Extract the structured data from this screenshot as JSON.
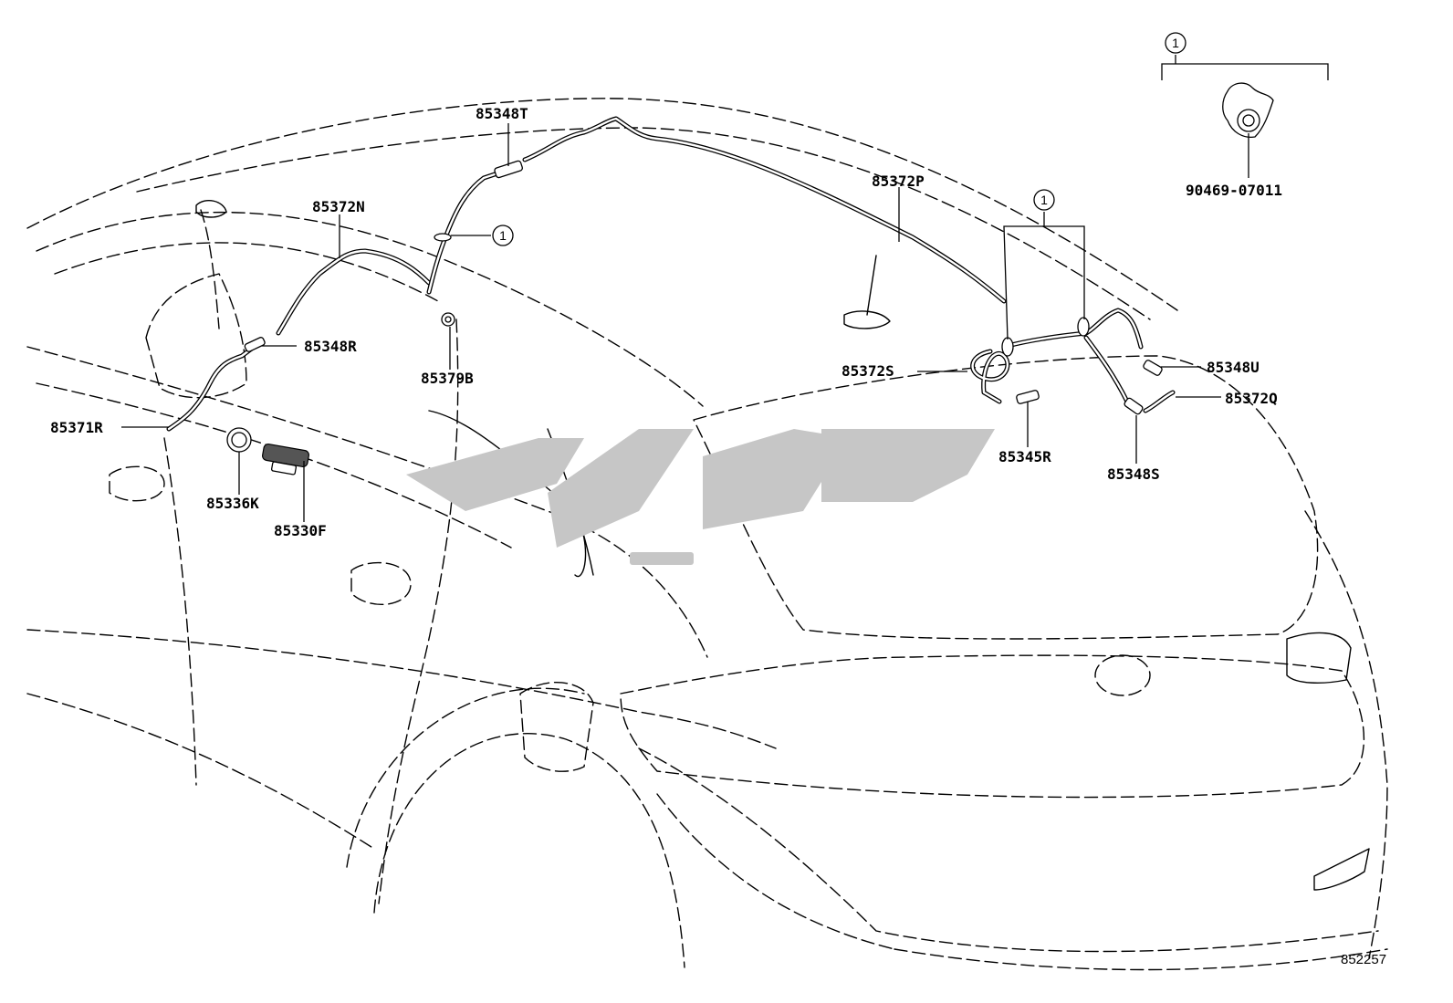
{
  "labels": {
    "p85348T": "85348T",
    "p85372N": "85372N",
    "p85372P": "85372P",
    "p85348R": "85348R",
    "p85379B": "85379B",
    "p85371R": "85371R",
    "p85336K": "85336K",
    "p85330F": "85330F",
    "p85372S": "85372S",
    "p85348U": "85348U",
    "p85372Q": "85372Q",
    "p85345R": "85345R",
    "p85348S": "85348S",
    "p90469": "90469-07011"
  },
  "callout_symbol": "1",
  "diagram_ref": "852257",
  "colors": {
    "line": "#000000",
    "watermark": "#c6c6c6",
    "background": "#ffffff"
  }
}
